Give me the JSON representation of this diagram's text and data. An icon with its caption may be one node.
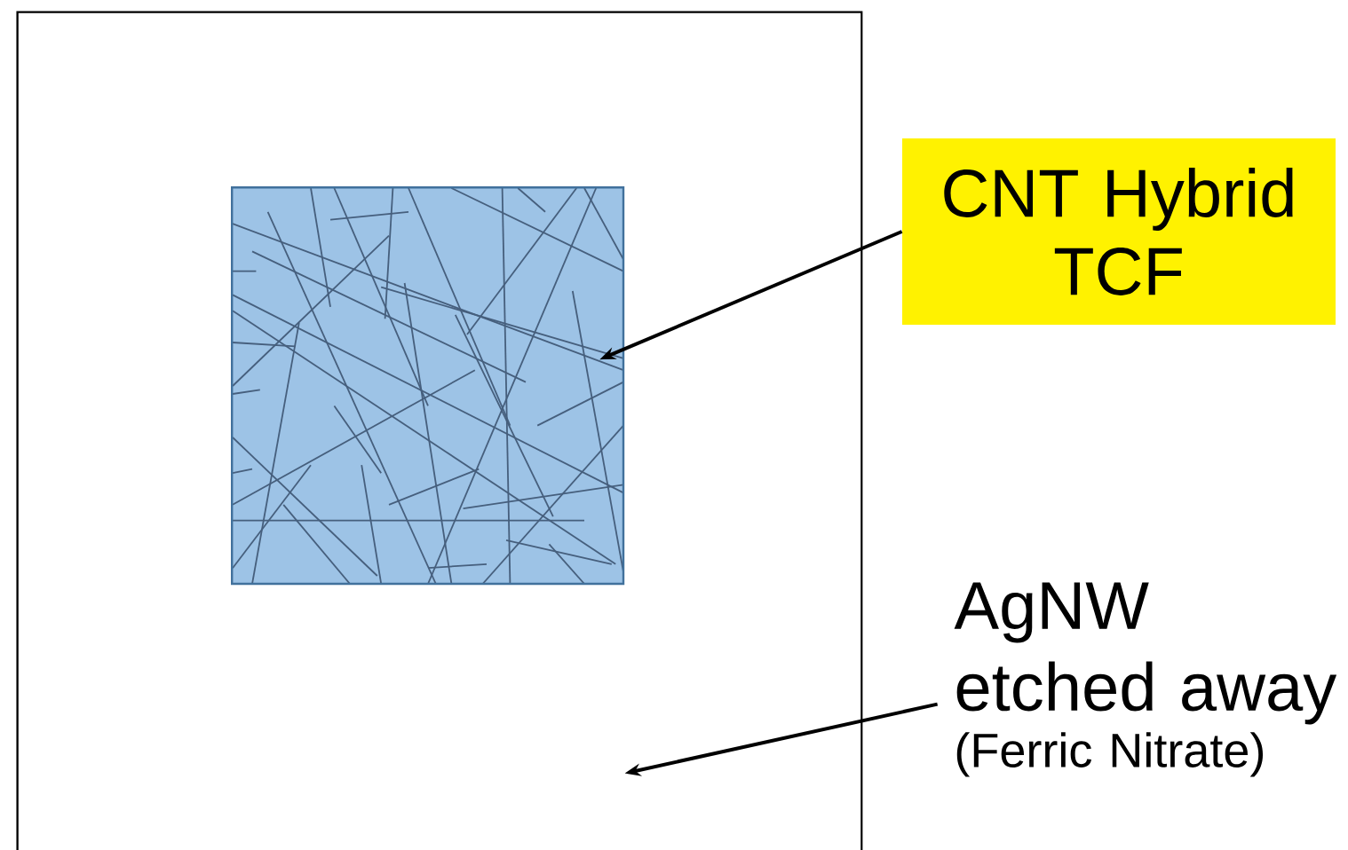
{
  "diagram": {
    "nodes": [
      {
        "text": [],
        "shape": "box"
      },
      {
        "text": [],
        "shape": "box",
        "in": 0
      },
      {
        "text": [
          "CNT Hybrid TCF"
        ]
      },
      {
        "text": [
          "AgNW etched away",
          "(Ferric Nitrate)"
        ]
      }
    ],
    "edges": [
      {
        "from": 2,
        "to": 1,
        "arrow": "to"
      },
      {
        "from": 3,
        "to": 0,
        "arrow": "to"
      }
    ]
  }
}
